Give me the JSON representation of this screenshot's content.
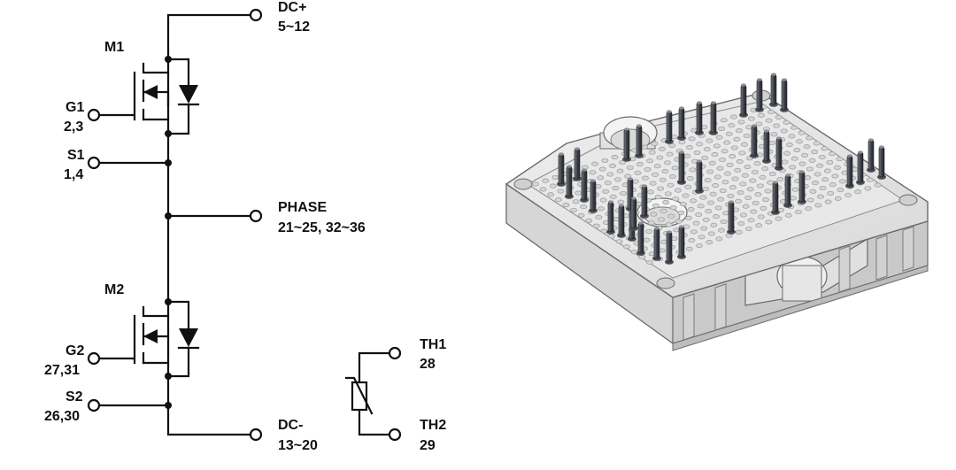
{
  "schematic": {
    "dc_plus": {
      "name": "DC+",
      "pins": "5~12"
    },
    "dc_minus": {
      "name": "DC-",
      "pins": "13~20"
    },
    "phase": {
      "name": "PHASE",
      "pins": "21~25, 32~36"
    },
    "m1": {
      "name": "M1",
      "gate": {
        "name": "G1",
        "pins": "2,3"
      },
      "source": {
        "name": "S1",
        "pins": "1,4"
      }
    },
    "m2": {
      "name": "M2",
      "gate": {
        "name": "G2",
        "pins": "27,31"
      },
      "source": {
        "name": "S2",
        "pins": "26,30"
      }
    },
    "th1": {
      "name": "TH1",
      "pins": "28"
    },
    "th2": {
      "name": "TH2",
      "pins": "29"
    }
  },
  "module_image": {
    "housing_color": "#e4e4e4",
    "pin_color": "#4a4e55"
  }
}
